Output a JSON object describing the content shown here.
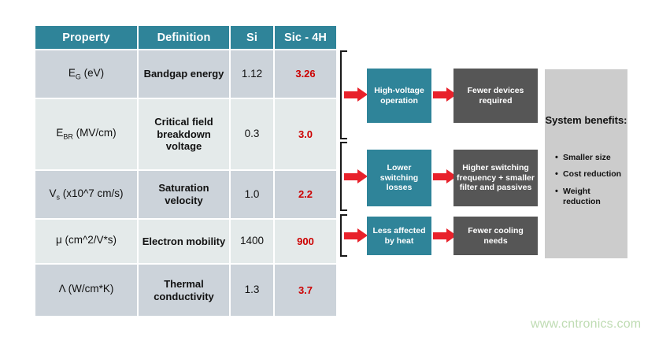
{
  "table": {
    "headers": [
      "Property",
      "Definition",
      "Si",
      "Sic - 4H"
    ],
    "rows": [
      {
        "property_main": "E",
        "property_sub": "G",
        "property_tail": " (eV)",
        "definition": "Bandgap energy",
        "si": "1.12",
        "sic": "3.26"
      },
      {
        "property_main": "E",
        "property_sub": "BR",
        "property_tail": " (MV/cm)",
        "definition": "Critical field breakdown voltage",
        "si": "0.3",
        "sic": "3.0"
      },
      {
        "property_main": "V",
        "property_sub": "s",
        "property_tail": " (x10^7 cm/s)",
        "definition": "Saturation velocity",
        "si": "1.0",
        "sic": "2.2"
      },
      {
        "property_main": "μ (cm^2/V*s)",
        "property_sub": "",
        "property_tail": "",
        "definition": "Electron mobility",
        "si": "1400",
        "sic": "900"
      },
      {
        "property_main": "Λ (W/cm*K)",
        "property_sub": "",
        "property_tail": "",
        "definition": "Thermal conductivity",
        "si": "1.3",
        "sic": "3.7"
      }
    ]
  },
  "flows": [
    {
      "cause": "High-voltage operation",
      "effect": "Fewer devices required"
    },
    {
      "cause": "Lower switching losses",
      "effect": "Higher switching frequency + smaller filter and passives"
    },
    {
      "cause": "Less affected by heat",
      "effect": "Fewer cooling needs"
    }
  ],
  "benefits": {
    "title": "System benefits:",
    "items": [
      "Smaller size",
      "Cost reduction",
      "Weight reduction"
    ]
  },
  "watermark": "www.cntronics.com",
  "colors": {
    "header_teal": "#2f8499",
    "box_gray": "#565656",
    "arrow_red": "#e8212b",
    "highlight_red": "#cc0000",
    "row_dark": "#ccd3da",
    "row_light": "#e4eaea",
    "panel_gray": "#cccccc",
    "watermark_green": "#bfdcb3"
  }
}
